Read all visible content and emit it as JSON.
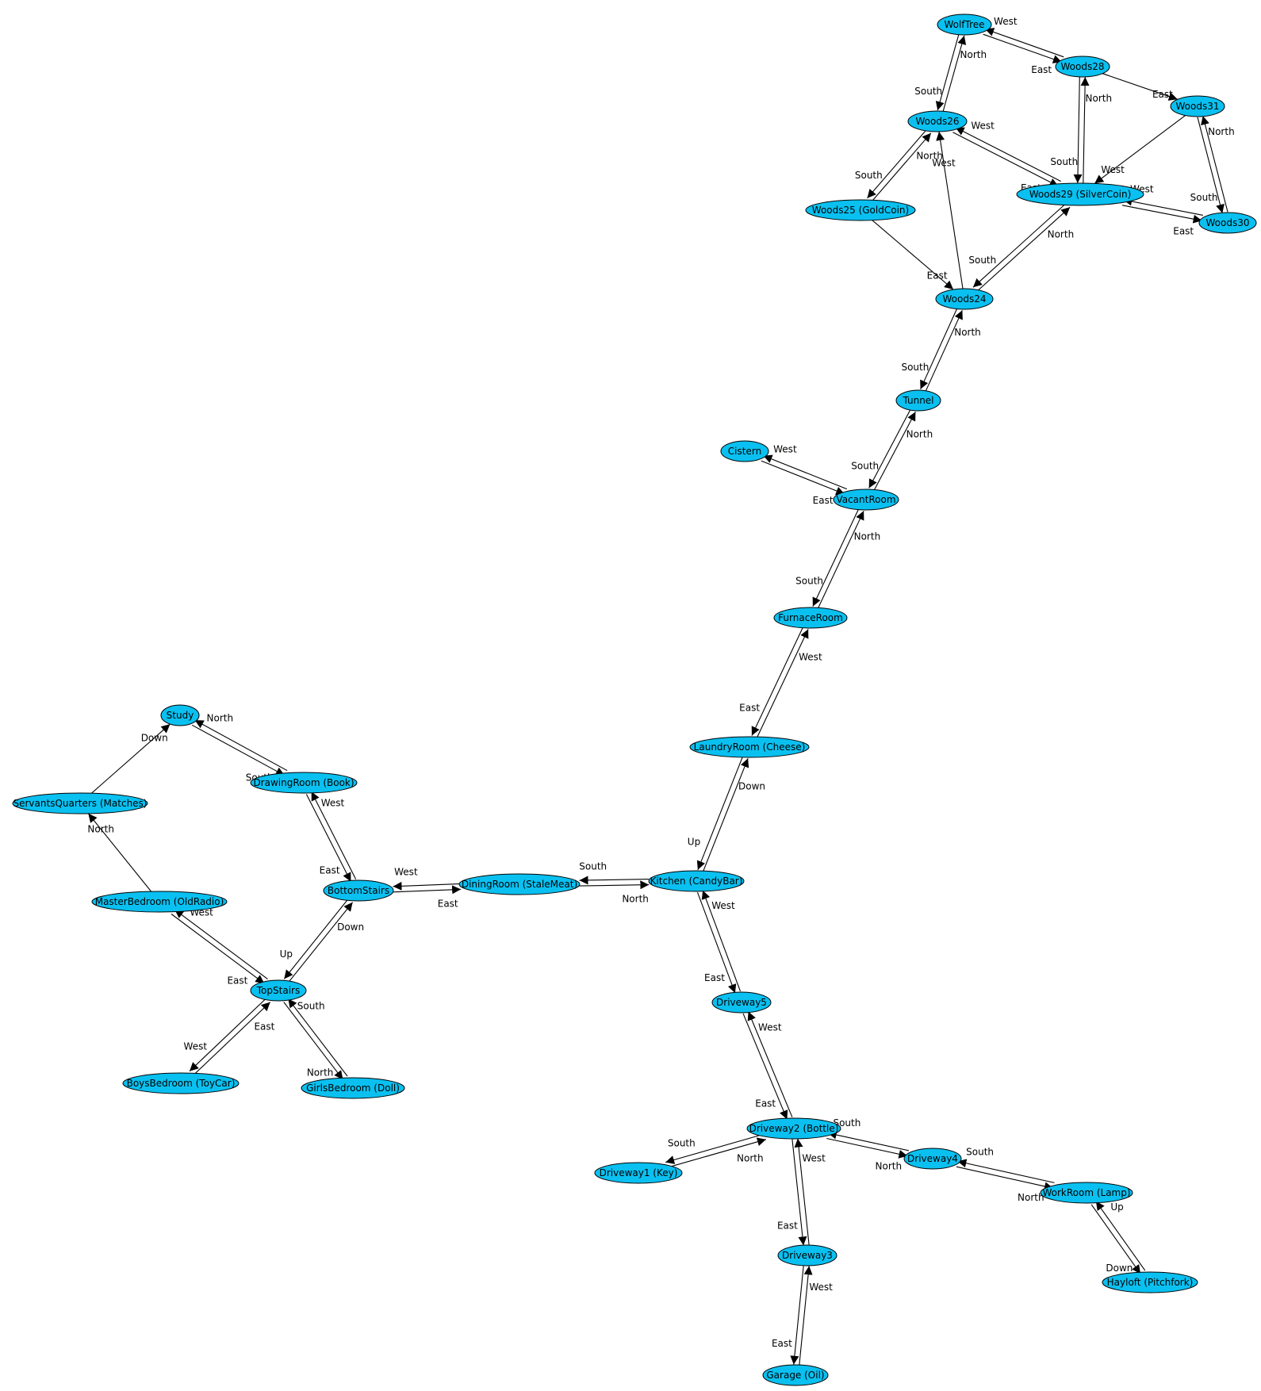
{
  "graph": {
    "nodes": [
      {
        "id": "WolfTree",
        "label": "WolfTree"
      },
      {
        "id": "Woods28",
        "label": "Woods28"
      },
      {
        "id": "Woods31",
        "label": "Woods31"
      },
      {
        "id": "Woods26",
        "label": "Woods26"
      },
      {
        "id": "Woods25",
        "label": "Woods25 (GoldCoin)"
      },
      {
        "id": "Woods29",
        "label": "Woods29 (SilverCoin)"
      },
      {
        "id": "Woods30",
        "label": "Woods30"
      },
      {
        "id": "Woods24",
        "label": "Woods24"
      },
      {
        "id": "Tunnel",
        "label": "Tunnel"
      },
      {
        "id": "Cistern",
        "label": "Cistern"
      },
      {
        "id": "VacantRoom",
        "label": "VacantRoom"
      },
      {
        "id": "FurnaceRoom",
        "label": "FurnaceRoom"
      },
      {
        "id": "LaundryRoom",
        "label": "LaundryRoom (Cheese)"
      },
      {
        "id": "Study",
        "label": "Study"
      },
      {
        "id": "DrawingRoom",
        "label": "DrawingRoom (Book)"
      },
      {
        "id": "ServantsQuarters",
        "label": "ServantsQuarters (Matches)"
      },
      {
        "id": "MasterBedroom",
        "label": "MasterBedroom (OldRadio)"
      },
      {
        "id": "BottomStairs",
        "label": "BottomStairs"
      },
      {
        "id": "DiningRoom",
        "label": "DiningRoom (StaleMeat)"
      },
      {
        "id": "Kitchen",
        "label": "Kitchen (CandyBar)"
      },
      {
        "id": "TopStairs",
        "label": "TopStairs"
      },
      {
        "id": "BoysBedroom",
        "label": "BoysBedroom (ToyCar)"
      },
      {
        "id": "GirlsBedroom",
        "label": "GirlsBedroom (Doll)"
      },
      {
        "id": "Driveway5",
        "label": "Driveway5"
      },
      {
        "id": "Driveway2",
        "label": "Driveway2 (Bottle)"
      },
      {
        "id": "Driveway1",
        "label": "Driveway1 (Key)"
      },
      {
        "id": "Driveway4",
        "label": "Driveway4"
      },
      {
        "id": "WorkRoom",
        "label": "WorkRoom (Lamp)"
      },
      {
        "id": "Driveway3",
        "label": "Driveway3"
      },
      {
        "id": "Hayloft",
        "label": "Hayloft (Pitchfork)"
      },
      {
        "id": "Garage",
        "label": "Garage (Oil)"
      }
    ],
    "edges": [
      {
        "from": "WolfTree",
        "to": "Woods28",
        "label": "East"
      },
      {
        "from": "Woods28",
        "to": "WolfTree",
        "label": "West"
      },
      {
        "from": "WolfTree",
        "to": "Woods26",
        "label": "South"
      },
      {
        "from": "Woods26",
        "to": "WolfTree",
        "label": "North"
      },
      {
        "from": "Woods28",
        "to": "Woods31",
        "label": "East"
      },
      {
        "from": "Woods28",
        "to": "Woods29",
        "label": "South"
      },
      {
        "from": "Woods29",
        "to": "Woods28",
        "label": "North"
      },
      {
        "from": "Woods31",
        "to": "Woods29",
        "label": "West"
      },
      {
        "from": "Woods31",
        "to": "Woods30",
        "label": "South"
      },
      {
        "from": "Woods30",
        "to": "Woods31",
        "label": "North"
      },
      {
        "from": "Woods26",
        "to": "Woods29",
        "label": "East"
      },
      {
        "from": "Woods29",
        "to": "Woods26",
        "label": "West"
      },
      {
        "from": "Woods26",
        "to": "Woods25",
        "label": "South"
      },
      {
        "from": "Woods25",
        "to": "Woods26",
        "label": "North"
      },
      {
        "from": "Woods24",
        "to": "Woods26",
        "label": "West"
      },
      {
        "from": "Woods25",
        "to": "Woods24",
        "label": "East"
      },
      {
        "from": "Woods29",
        "to": "Woods30",
        "label": "East"
      },
      {
        "from": "Woods30",
        "to": "Woods29",
        "label": "West"
      },
      {
        "from": "Woods29",
        "to": "Woods24",
        "label": "South"
      },
      {
        "from": "Woods24",
        "to": "Woods29",
        "label": "North"
      },
      {
        "from": "Woods24",
        "to": "Tunnel",
        "label": "South"
      },
      {
        "from": "Tunnel",
        "to": "Woods24",
        "label": "North"
      },
      {
        "from": "Tunnel",
        "to": "VacantRoom",
        "label": "South"
      },
      {
        "from": "VacantRoom",
        "to": "Tunnel",
        "label": "North"
      },
      {
        "from": "Cistern",
        "to": "VacantRoom",
        "label": "East"
      },
      {
        "from": "VacantRoom",
        "to": "Cistern",
        "label": "West"
      },
      {
        "from": "VacantRoom",
        "to": "FurnaceRoom",
        "label": "South"
      },
      {
        "from": "FurnaceRoom",
        "to": "VacantRoom",
        "label": "North"
      },
      {
        "from": "FurnaceRoom",
        "to": "LaundryRoom",
        "label": "East"
      },
      {
        "from": "LaundryRoom",
        "to": "FurnaceRoom",
        "label": "West"
      },
      {
        "from": "LaundryRoom",
        "to": "Kitchen",
        "label": "Up"
      },
      {
        "from": "Kitchen",
        "to": "LaundryRoom",
        "label": "Down"
      },
      {
        "from": "Study",
        "to": "DrawingRoom",
        "label": "South"
      },
      {
        "from": "DrawingRoom",
        "to": "Study",
        "label": "North"
      },
      {
        "from": "ServantsQuarters",
        "to": "Study",
        "label": "Down"
      },
      {
        "from": "MasterBedroom",
        "to": "ServantsQuarters",
        "label": "North"
      },
      {
        "from": "DrawingRoom",
        "to": "BottomStairs",
        "label": "East"
      },
      {
        "from": "BottomStairs",
        "to": "DrawingRoom",
        "label": "West"
      },
      {
        "from": "BottomStairs",
        "to": "DiningRoom",
        "label": "East"
      },
      {
        "from": "DiningRoom",
        "to": "BottomStairs",
        "label": "West"
      },
      {
        "from": "DiningRoom",
        "to": "Kitchen",
        "label": "North"
      },
      {
        "from": "Kitchen",
        "to": "DiningRoom",
        "label": "South"
      },
      {
        "from": "BottomStairs",
        "to": "TopStairs",
        "label": "Up"
      },
      {
        "from": "TopStairs",
        "to": "BottomStairs",
        "label": "Down"
      },
      {
        "from": "MasterBedroom",
        "to": "TopStairs",
        "label": "East"
      },
      {
        "from": "TopStairs",
        "to": "MasterBedroom",
        "label": "West"
      },
      {
        "from": "BoysBedroom",
        "to": "TopStairs",
        "label": "East"
      },
      {
        "from": "TopStairs",
        "to": "BoysBedroom",
        "label": "West"
      },
      {
        "from": "TopStairs",
        "to": "GirlsBedroom",
        "label": "North"
      },
      {
        "from": "GirlsBedroom",
        "to": "TopStairs",
        "label": "South"
      },
      {
        "from": "Kitchen",
        "to": "Driveway5",
        "label": "East"
      },
      {
        "from": "Driveway5",
        "to": "Kitchen",
        "label": "West"
      },
      {
        "from": "Driveway5",
        "to": "Driveway2",
        "label": "East"
      },
      {
        "from": "Driveway2",
        "to": "Driveway5",
        "label": "West"
      },
      {
        "from": "Driveway1",
        "to": "Driveway2",
        "label": "North"
      },
      {
        "from": "Driveway2",
        "to": "Driveway1",
        "label": "South"
      },
      {
        "from": "Driveway2",
        "to": "Driveway4",
        "label": "North"
      },
      {
        "from": "Driveway4",
        "to": "Driveway2",
        "label": "South"
      },
      {
        "from": "Driveway4",
        "to": "WorkRoom",
        "label": "North"
      },
      {
        "from": "WorkRoom",
        "to": "Driveway4",
        "label": "South"
      },
      {
        "from": "WorkRoom",
        "to": "Hayloft",
        "label": "Down"
      },
      {
        "from": "Hayloft",
        "to": "WorkRoom",
        "label": "Up"
      },
      {
        "from": "Driveway2",
        "to": "Driveway3",
        "label": "East"
      },
      {
        "from": "Driveway3",
        "to": "Driveway2",
        "label": "West"
      },
      {
        "from": "Driveway3",
        "to": "Garage",
        "label": "East"
      },
      {
        "from": "Garage",
        "to": "Driveway3",
        "label": "West"
      }
    ]
  }
}
